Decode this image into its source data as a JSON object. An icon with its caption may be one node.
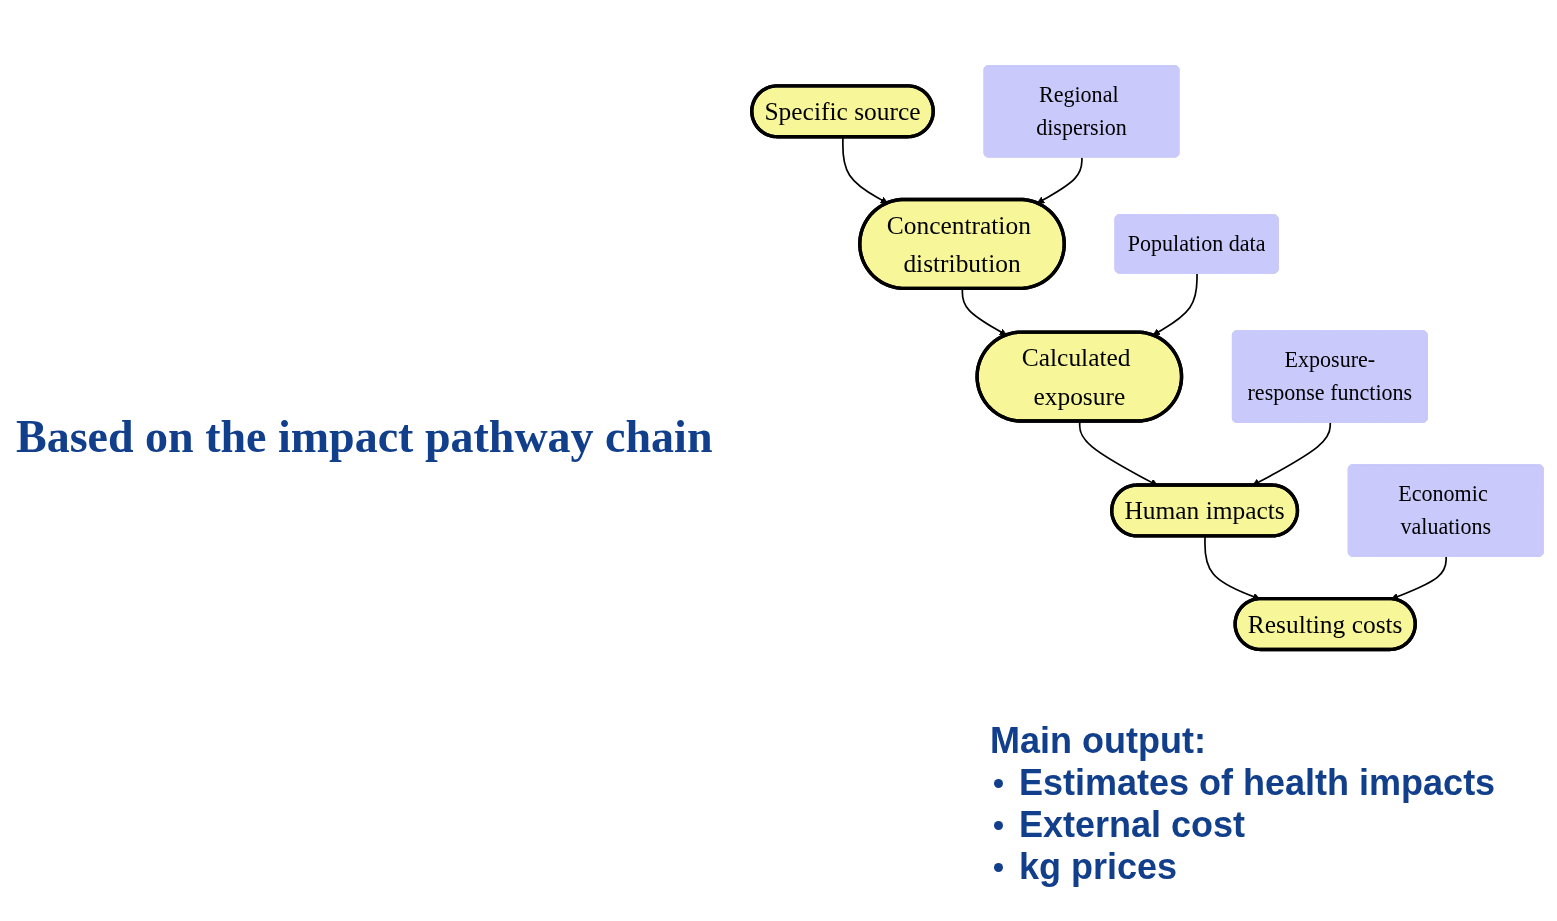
{
  "diagram": {
    "title": "Based on the impact pathway chain",
    "nodes": [
      {
        "text": [
          "Specific source"
        ]
      },
      {
        "text": [
          "Regional dispersion"
        ]
      },
      {
        "text": [
          "Concentration distribution"
        ]
      },
      {
        "text": [
          "Population data"
        ]
      },
      {
        "text": [
          "Calculated exposure"
        ]
      },
      {
        "text": [
          "Human impacts"
        ]
      },
      {
        "text": [
          "Exposure-response functions"
        ]
      },
      {
        "text": [
          "Resulting costs"
        ]
      },
      {
        "text": [
          "Economic valuations"
        ]
      }
    ],
    "edges": [
      {
        "from": 0,
        "to": 2,
        "arrow": "to"
      },
      {
        "from": 1,
        "to": 2,
        "arrow": "to"
      },
      {
        "from": 2,
        "to": 4,
        "arrow": "to"
      },
      {
        "from": 3,
        "to": 4,
        "arrow": "to"
      },
      {
        "from": 4,
        "to": 5,
        "arrow": "to"
      },
      {
        "from": 6,
        "to": 5,
        "arrow": "to"
      },
      {
        "from": 5,
        "to": 7,
        "arrow": "to"
      },
      {
        "from": 8,
        "to": 7,
        "arrow": "to"
      }
    ],
    "labels": [
      "Main output:",
      "Estimates of health impacts",
      "External cost",
      "kg prices"
    ]
  }
}
